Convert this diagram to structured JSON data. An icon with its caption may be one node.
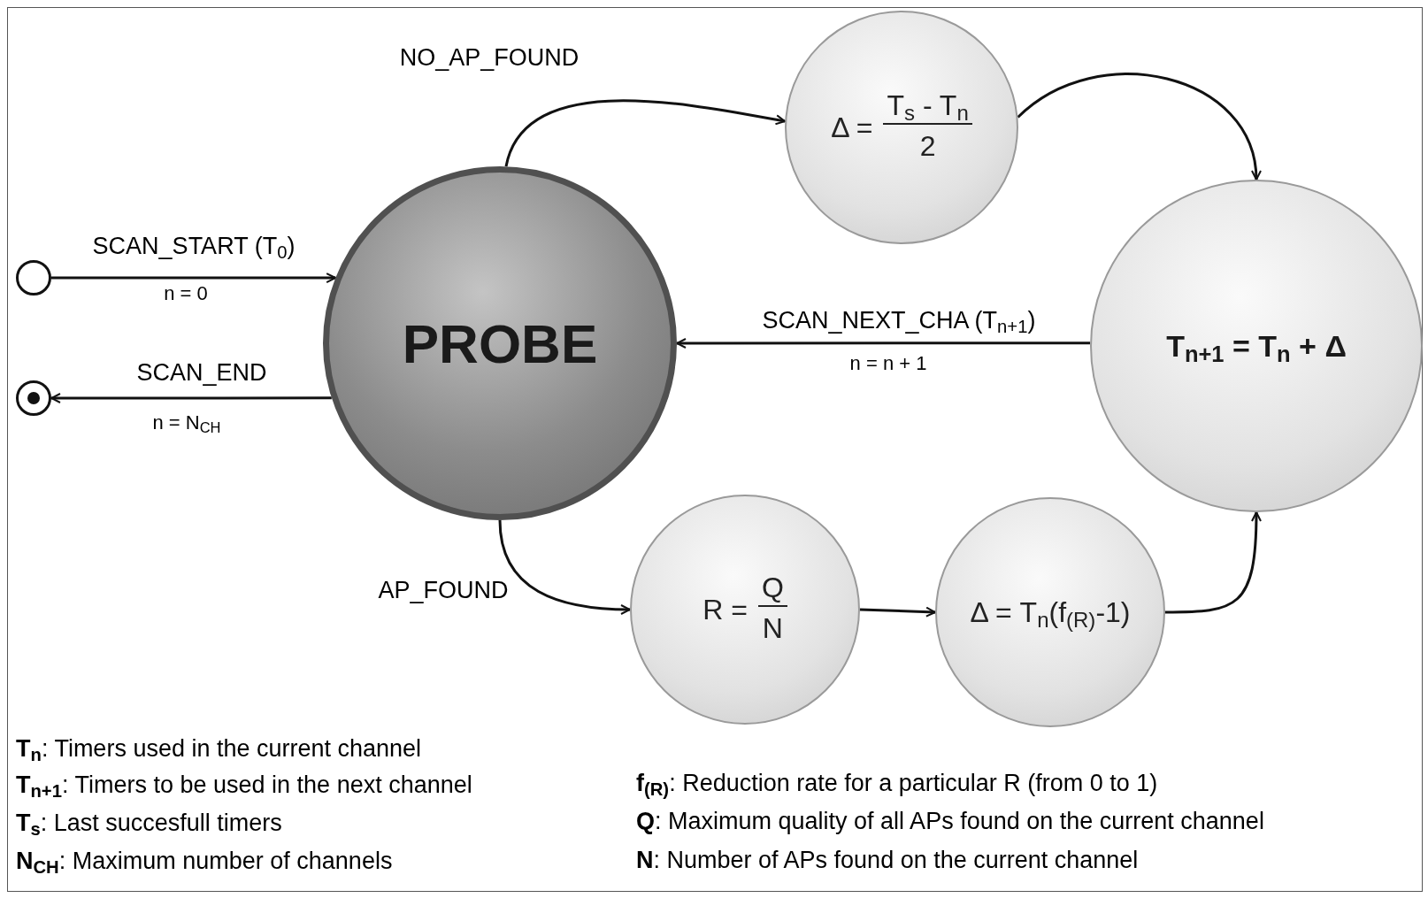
{
  "diagram": {
    "nodes": [
      {
        "text": [],
        "shape": "circle"
      },
      {
        "text": [],
        "shape": "circle"
      },
      {
        "text": [
          "PROBE"
        ]
      },
      {
        "text": [
          "Δ =",
          "T$_{s}$ - T$_{n}$",
          "2"
        ]
      },
      {
        "text": [
          "T$_{n+1}$ = T$_{n}$ + Δ"
        ]
      },
      {
        "text": [
          "R =",
          "Q",
          "N"
        ]
      },
      {
        "text": [
          "Δ = T$_{n}$(f$_{(R)}$-1)"
        ]
      }
    ],
    "edges": [
      {
        "from": 0,
        "to": 2,
        "arrow": "to",
        "label": "SCAN_START (T$_{0}$)"
      },
      {
        "from": 2,
        "to": 1,
        "arrow": "to",
        "label": "SCAN_END"
      },
      {
        "from": 2,
        "to": 3,
        "arrow": "to",
        "label": "NO_AP_FOUND"
      },
      {
        "from": 3,
        "to": 4,
        "arrow": "to"
      },
      {
        "from": 4,
        "to": 2,
        "arrow": "to",
        "label": "SCAN_NEXT_CHA (T$_{n+1}$)"
      },
      {
        "from": 2,
        "to": 5,
        "arrow": "to",
        "label": "AP_FOUND"
      },
      {
        "from": 5,
        "to": 6,
        "arrow": "to"
      },
      {
        "from": 6,
        "to": 4,
        "arrow": "to"
      }
    ],
    "labels": [
      "n = 0",
      "n = n + 1",
      "n = N$_{CH}$",
      "**T$_{n}$**: Timers used in the current channel",
      "**T$_{n+1}$**: Timers to be used in the next channel",
      "**f$_{(R)}$**: Reduction rate for a particular R (from 0 to 1)",
      "**T$_{s}$**: Last succesfull timers",
      "**Q**: Maximum quality of all APs found on the current channel",
      "**N$_{CH}$**: Maximum number of channels",
      "**N**: Number of APs found on the current channel"
    ]
  }
}
